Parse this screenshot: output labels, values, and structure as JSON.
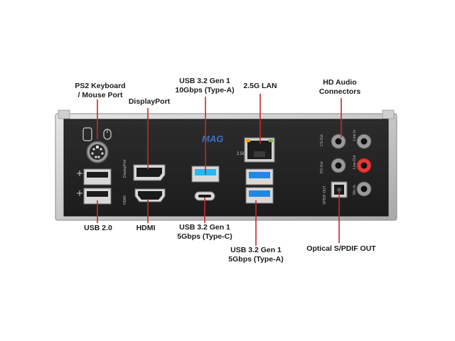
{
  "labels": {
    "ps2": [
      "PS2 Keyboard",
      "/ Mouse Port"
    ],
    "displayport": "DisplayPort",
    "usb32_10g": [
      "USB 3.2 Gen 1",
      "10Gbps (Type-A)"
    ],
    "lan": "2.5G LAN",
    "hd_audio": [
      "HD Audio",
      "Connectors"
    ],
    "usb20": "USB 2.0",
    "hdmi": "HDMI",
    "usb32_typec": [
      "USB 3.2 Gen 1",
      "5Gbps (Type-C)"
    ],
    "usb32_5g": [
      "USB 3.2 Gen 1",
      "5Gbps (Type-A)"
    ],
    "spdif": "Optical S/PDIF OUT"
  },
  "brand_logo": "MAG",
  "port_marks": {
    "lan_speed": "2.5G",
    "hdmi": "HDMI",
    "displayport": "DisplayPort",
    "spdif": "SPDIF OUT",
    "cs_out": "CS-Out",
    "rs_out": "RS-Out",
    "line_in": "Line-In",
    "line_out": "Line-Out",
    "mic_in": "Mic-In"
  },
  "colors": {
    "callout_line": "#c62828",
    "usb3_blue": "#1e88e5",
    "usb32_10g_blue": "#29b6f6",
    "mic_pink": "#e53935"
  }
}
